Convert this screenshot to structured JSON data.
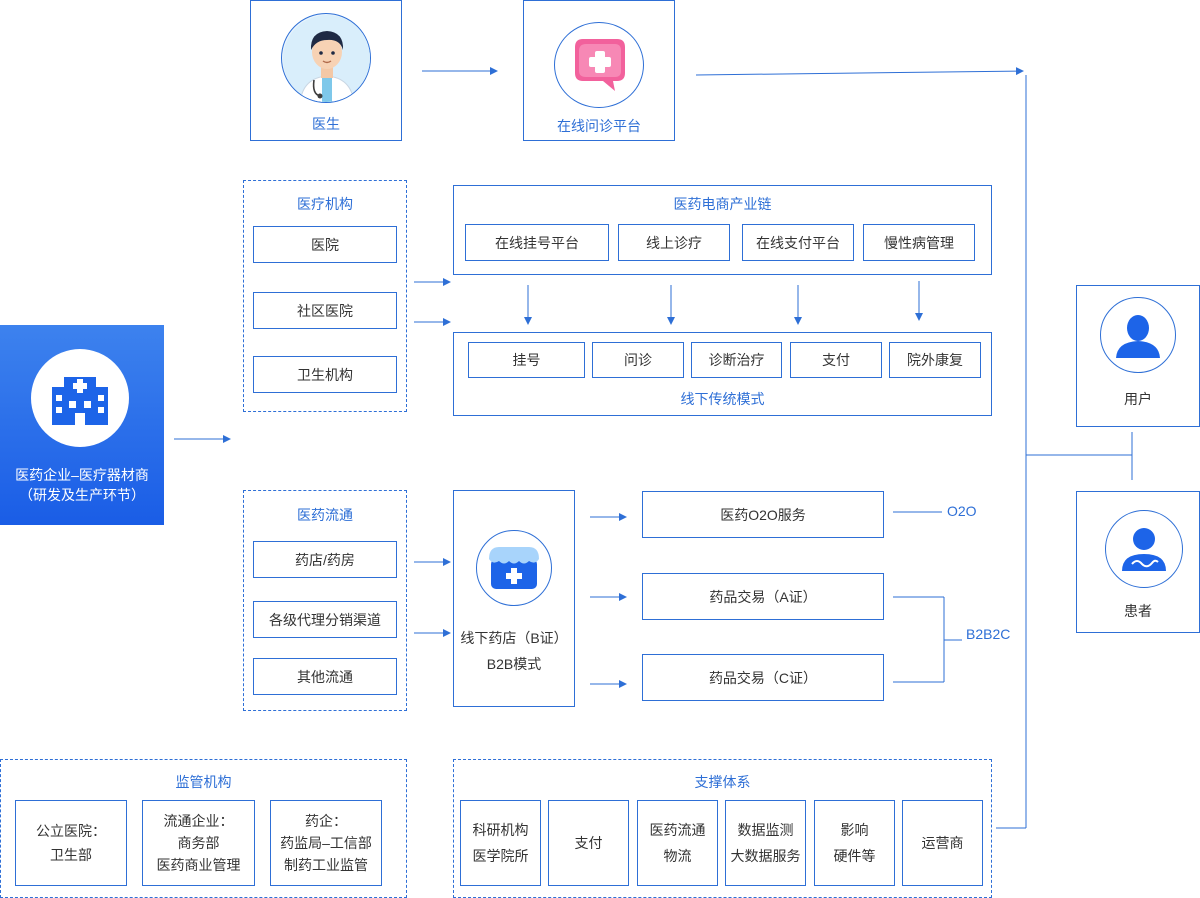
{
  "colors": {
    "accent": "#2e6fd6",
    "enterprise_bg": "#1d64e8",
    "pink": "#f2619c"
  },
  "doctor": {
    "label": "医生",
    "icon": "doctor-avatar-icon"
  },
  "online_consult": {
    "label": "在线问诊平台",
    "icon": "medical-chat-icon"
  },
  "enterprise": {
    "line1": "医药企业–医疗器材商",
    "line2": "（研发及生产环节）",
    "icon": "hospital-building-icon"
  },
  "medical_institutions": {
    "title": "医疗机构",
    "items": [
      "医院",
      "社区医院",
      "卫生机构"
    ]
  },
  "ecommerce_chain": {
    "title": "医药电商产业链",
    "items": [
      "在线挂号平台",
      "线上诊疗",
      "在线支付平台",
      "慢性病管理"
    ]
  },
  "offline_traditional": {
    "title": "线下传统模式",
    "items": [
      "挂号",
      "问诊",
      "诊断治疗",
      "支付",
      "院外康复"
    ]
  },
  "drug_circulation": {
    "title": "医药流通",
    "items": [
      "药店/药房",
      "各级代理分销渠道",
      "其他流通"
    ]
  },
  "offline_pharmacy": {
    "line1": "线下药店（B证）",
    "line2": "B2B模式",
    "icon": "pharmacy-store-icon"
  },
  "services": {
    "o2o": "医药O2O服务",
    "trade_a": "药品交易（A证）",
    "trade_c": "药品交易（C证）",
    "o2o_tag": "O2O",
    "b2b2c_tag": "B2B2C"
  },
  "user": {
    "label": "用户",
    "icon": "user-icon"
  },
  "patient": {
    "label": "患者",
    "icon": "patient-icon"
  },
  "regulators": {
    "title": "监管机构",
    "items": [
      {
        "line1": "公立医院：",
        "line2": "卫生部",
        "line3": ""
      },
      {
        "line1": "流通企业：",
        "line2": "商务部",
        "line3": "医药商业管理"
      },
      {
        "line1": "药企：",
        "line2": "药监局–工信部",
        "line3": "制药工业监管"
      }
    ]
  },
  "support": {
    "title": "支撑体系",
    "items": [
      {
        "line1": "科研机构",
        "line2": "医学院所"
      },
      {
        "line1": "支付",
        "line2": ""
      },
      {
        "line1": "医药流通",
        "line2": "物流"
      },
      {
        "line1": "数据监测",
        "line2": "大数据服务"
      },
      {
        "line1": "影响",
        "line2": "硬件等"
      },
      {
        "line1": "运营商",
        "line2": ""
      }
    ]
  }
}
